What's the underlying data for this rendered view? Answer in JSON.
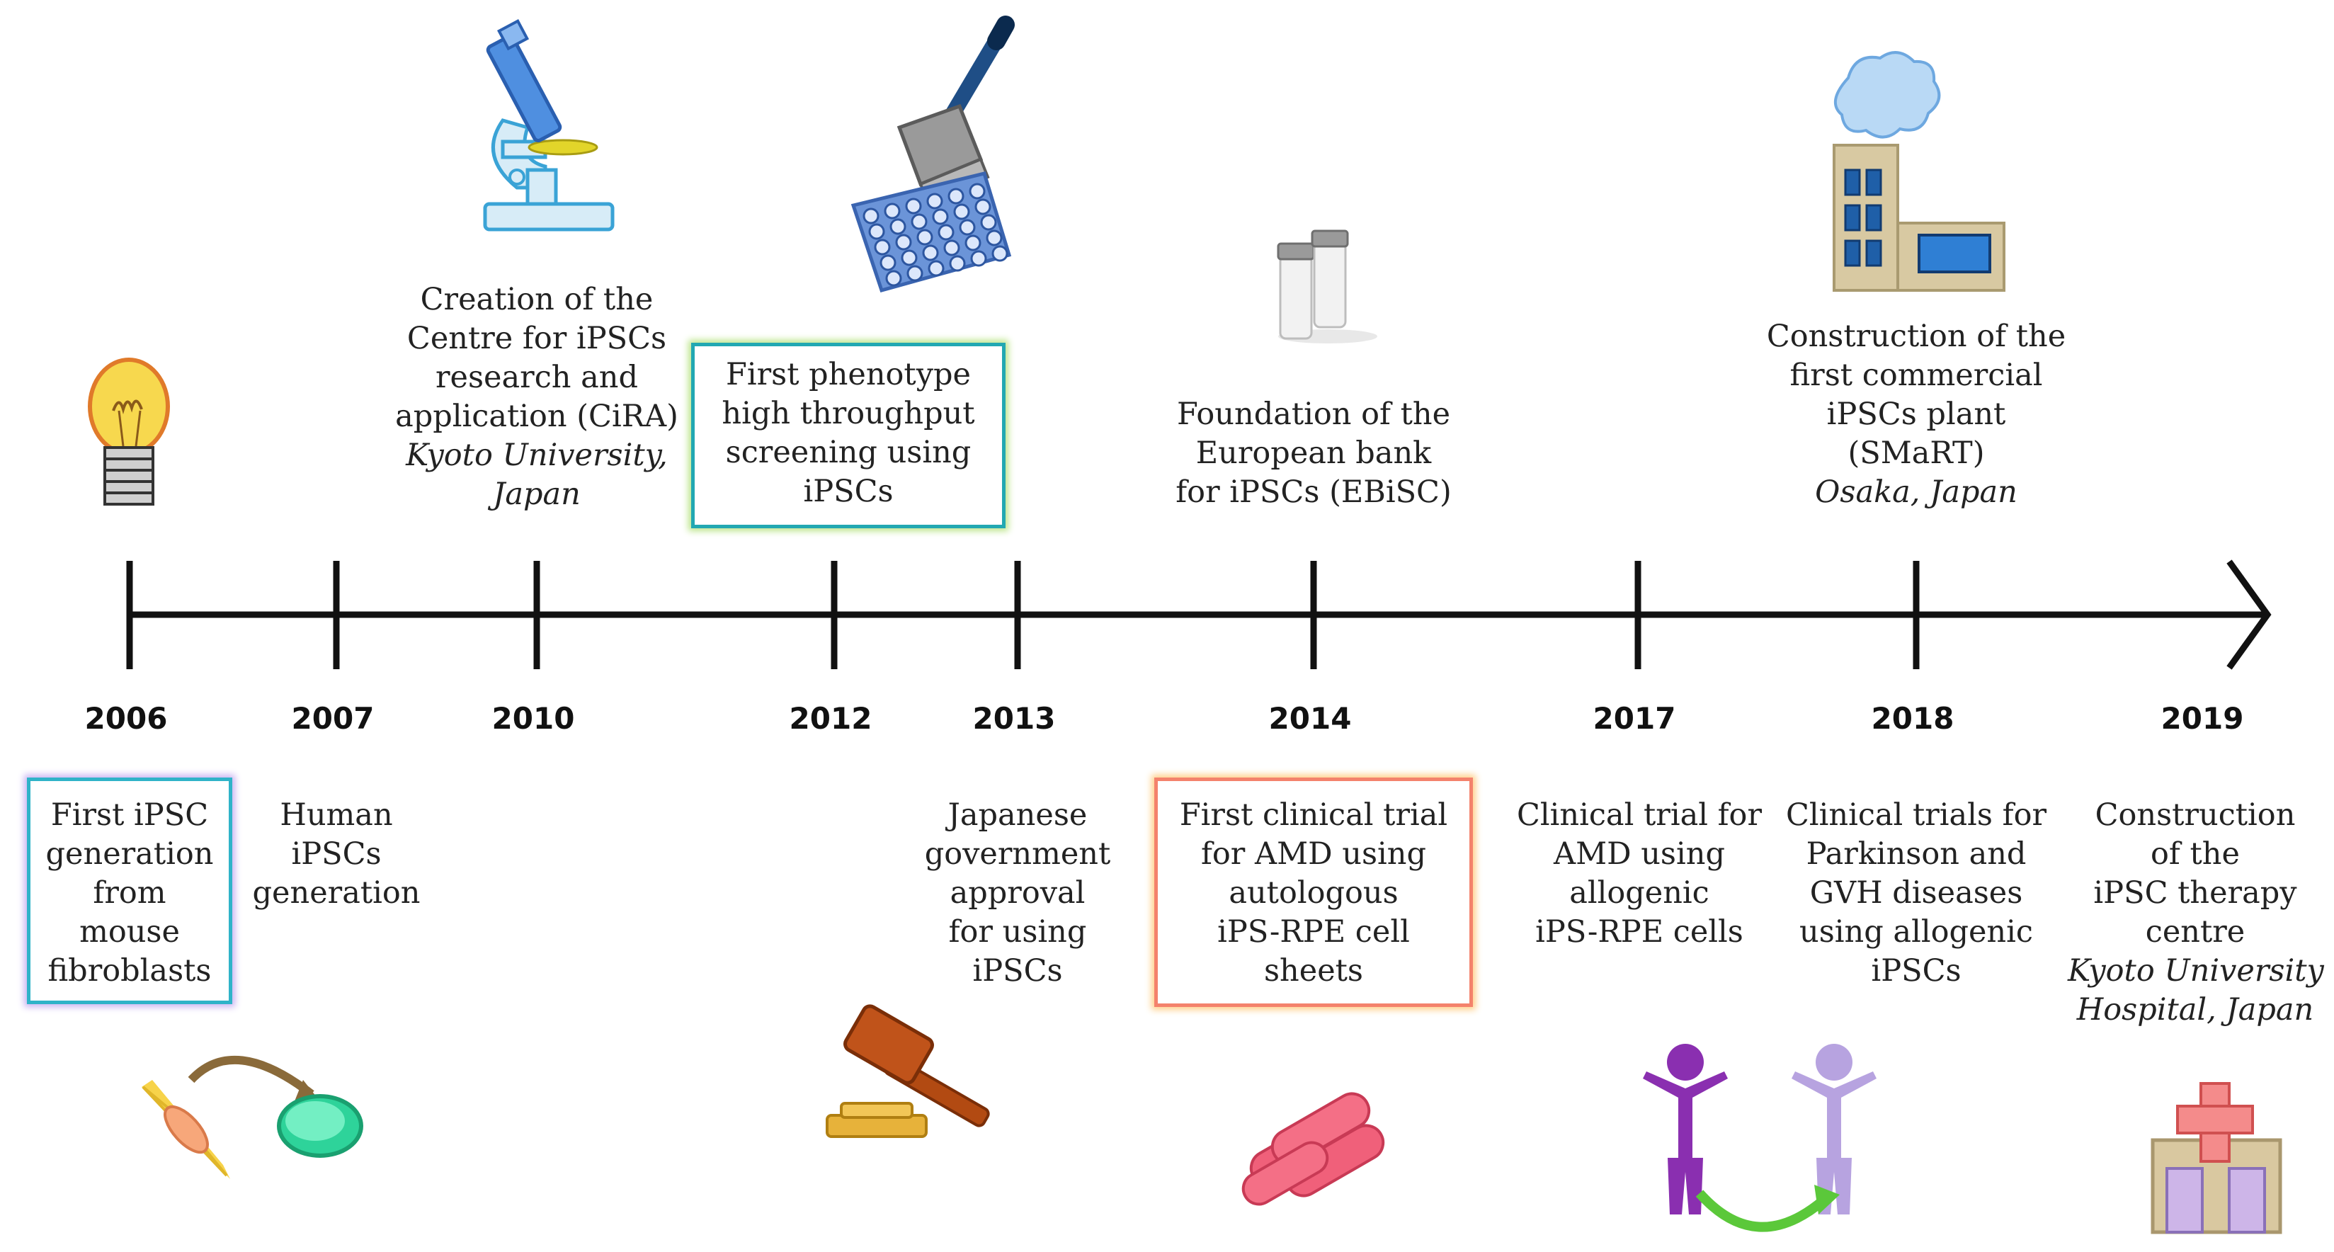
{
  "years": [
    "2006",
    "2007",
    "2010",
    "2012",
    "2013",
    "2014",
    "2017",
    "2018",
    "2019"
  ],
  "events_above": [
    {
      "lines": [
        "Creation of the",
        "Centre for iPSCs",
        "research and",
        "application (CiRA)"
      ],
      "italic": [
        "Kyoto University,",
        "Japan"
      ]
    },
    {
      "lines": [
        "First phenotype",
        "high throughput",
        "screening using",
        "iPSCs"
      ]
    },
    {
      "lines": [
        "Foundation of the",
        "European bank",
        "for iPSCs (EBiSC)"
      ]
    },
    {
      "lines": [
        "Construction of the",
        "first commercial",
        "iPSCs plant",
        "(SMaRT)"
      ],
      "italic": [
        "Osaka, Japan"
      ]
    }
  ],
  "events_below": [
    {
      "lines": [
        "First iPSC",
        "generation",
        "from",
        "mouse",
        "fibroblasts"
      ]
    },
    {
      "lines": [
        "Human",
        "iPSCs",
        "generation"
      ]
    },
    {
      "lines": [
        "Japanese",
        "government",
        "approval",
        "for using",
        "iPSCs"
      ]
    },
    {
      "lines": [
        "First  clinical trial",
        "for AMD using",
        "autologous",
        "iPS-RPE cell",
        "sheets"
      ]
    },
    {
      "lines": [
        "Clinical trial for",
        "AMD using",
        "allogenic",
        "iPS-RPE cells"
      ]
    },
    {
      "lines": [
        "Clinical trials for",
        "Parkinson and",
        "GVH diseases",
        "using allogenic",
        "iPSCs"
      ]
    },
    {
      "lines": [
        "Construction",
        "of the",
        "iPSC therapy",
        "centre"
      ],
      "italic": [
        "Kyoto University",
        "Hospital, Japan"
      ]
    }
  ],
  "icons": [
    "lightbulb-icon",
    "microscope-icon",
    "pipette-plate-icon",
    "vials-icon",
    "factory-icon",
    "cell-reprogramming-icon",
    "gavel-icon",
    "rpe-cell-sheet-icon",
    "patients-transfer-icon",
    "hospital-icon"
  ],
  "colors": {
    "axis": "#111111",
    "box_blue": "#2fb3c8",
    "box_green": "#22a8b2",
    "box_orange": "#f4826c"
  }
}
